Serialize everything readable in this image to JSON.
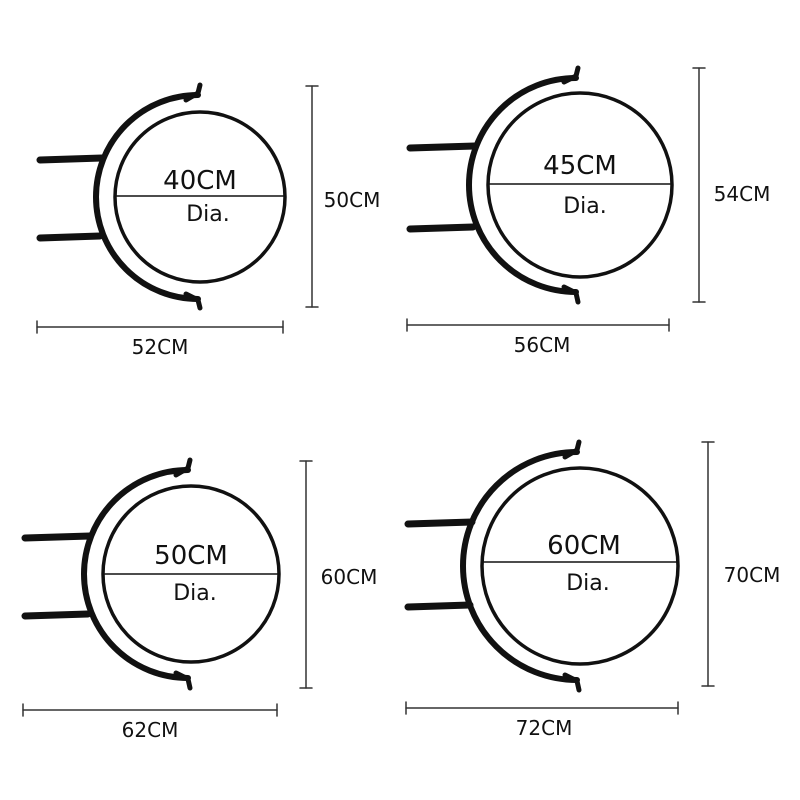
{
  "variants": [
    {
      "diameter": "40CM",
      "dia_word": "Dia.",
      "height": "50CM",
      "width": "52CM"
    },
    {
      "diameter": "45CM",
      "dia_word": "Dia.",
      "height": "54CM",
      "width": "56CM"
    },
    {
      "diameter": "50CM",
      "dia_word": "Dia.",
      "height": "60CM",
      "width": "62CM"
    },
    {
      "diameter": "60CM",
      "dia_word": "Dia.",
      "height": "70CM",
      "width": "72CM"
    }
  ],
  "colors": {
    "metal": "#111111",
    "dimension_line": "#333333",
    "text": "#111111"
  },
  "icons": {
    "bracket": "wall-mounted-ring-bracket-icon"
  }
}
